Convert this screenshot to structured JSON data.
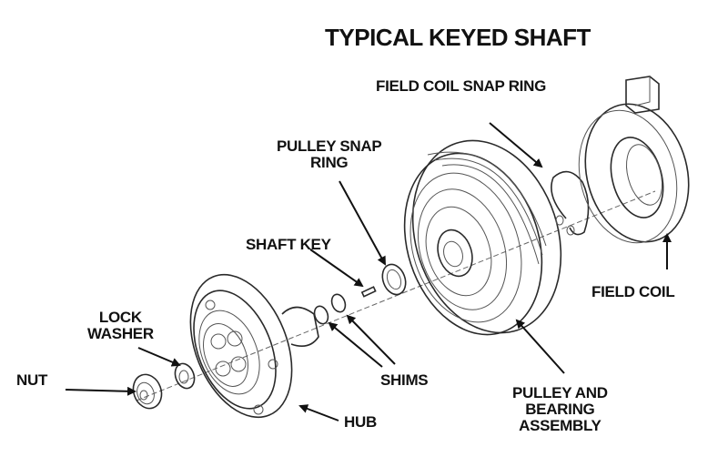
{
  "title": "TYPICAL KEYED SHAFT",
  "labels": {
    "field_coil_snap_ring": "FIELD COIL SNAP RING",
    "pulley_snap_ring_line1": "PULLEY SNAP",
    "pulley_snap_ring_line2": "RING",
    "shaft_key": "SHAFT KEY",
    "lock_washer_line1": "LOCK",
    "lock_washer_line2": "WASHER",
    "nut": "NUT",
    "shims": "SHIMS",
    "hub": "HUB",
    "pulley_bearing_line1": "PULLEY AND",
    "pulley_bearing_line2": "BEARING",
    "pulley_bearing_line3": "ASSEMBLY",
    "field_coil": "FIELD COIL"
  },
  "components": [
    "nut",
    "lock-washer",
    "hub",
    "shims",
    "shaft-key",
    "pulley-snap-ring",
    "pulley-and-bearing-assembly",
    "field-coil-snap-ring",
    "field-coil"
  ],
  "colors": {
    "ink": "#111111",
    "background": "#ffffff"
  }
}
